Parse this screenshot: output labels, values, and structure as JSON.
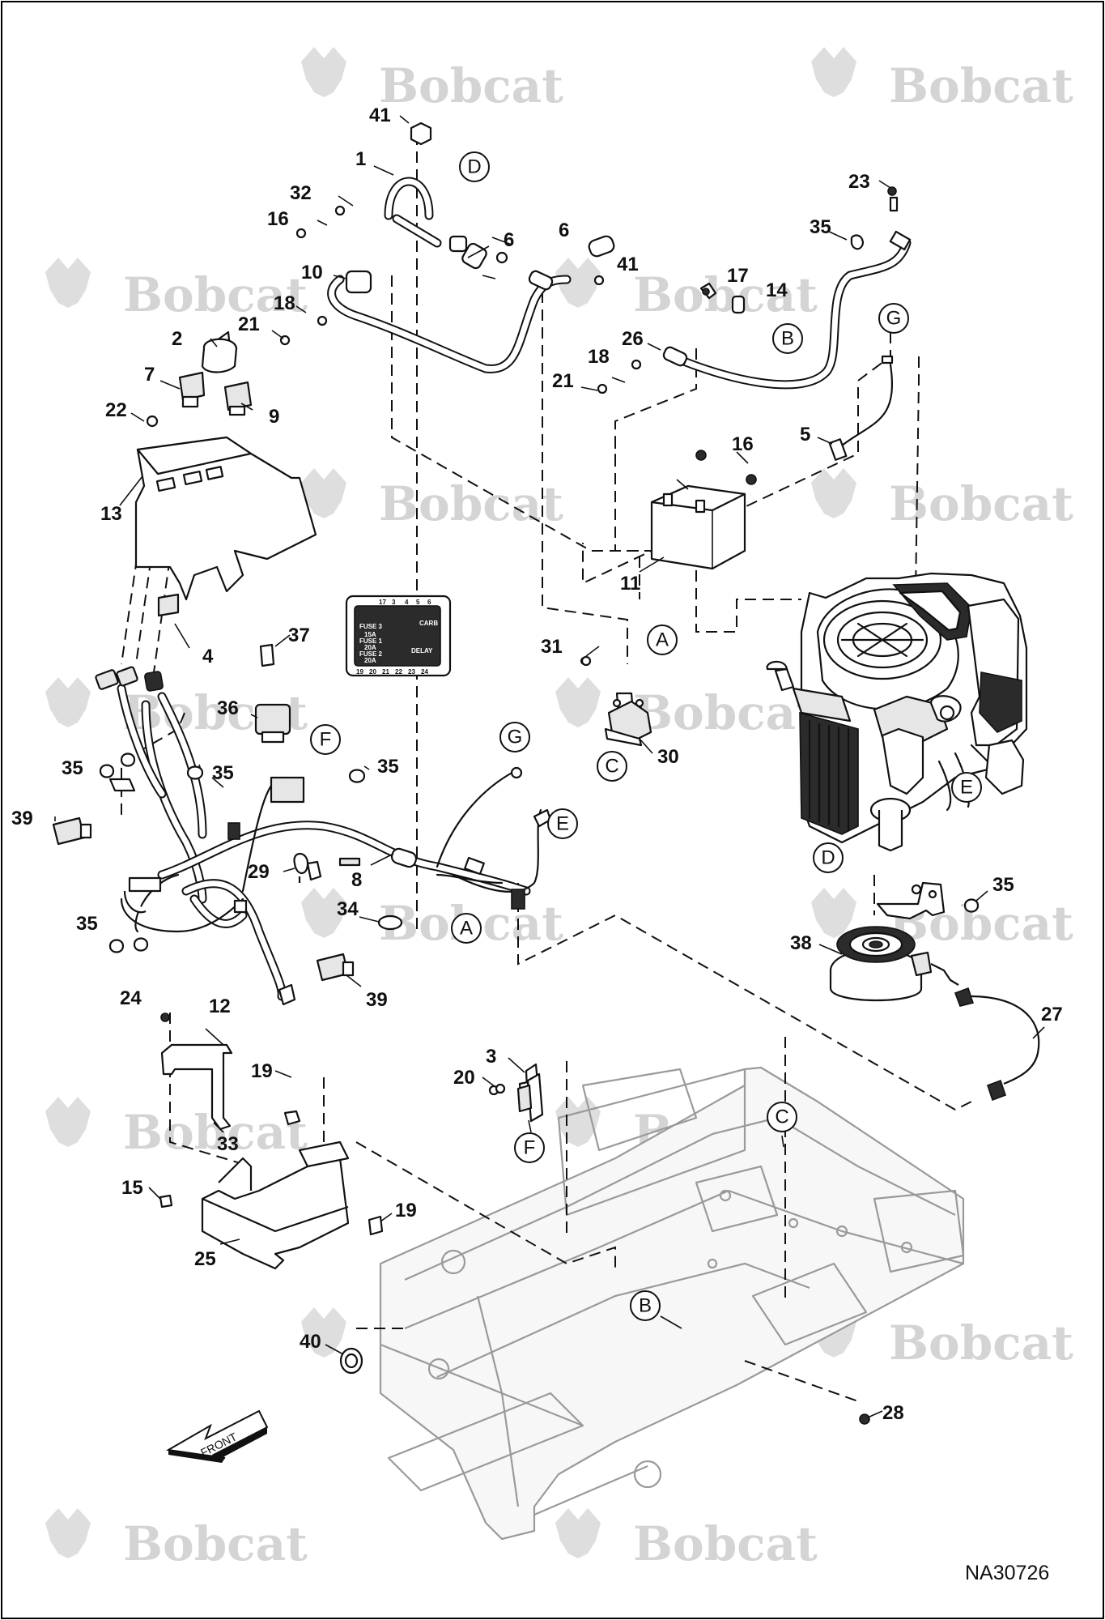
{
  "brand_watermark": "Bobcat",
  "drawing_number": "NA30726",
  "front_arrow_label": "FRONT",
  "fuse_block": {
    "top_pins": [
      "17",
      "3",
      "4",
      "5",
      "6"
    ],
    "bottom_pins": [
      "19",
      "20",
      "21",
      "22",
      "23",
      "24"
    ],
    "cells": [
      {
        "label": "FUSE 3",
        "rating": "15A"
      },
      {
        "label": "FUSE 1",
        "rating": "20A"
      },
      {
        "label": "FUSE 2",
        "rating": "20A"
      },
      {
        "label": "CARB",
        "rating": ""
      },
      {
        "label": "DELAY",
        "rating": ""
      }
    ]
  },
  "callouts": {
    "c41a": "41",
    "c1": "1",
    "c32": "32",
    "c16a": "16",
    "c6a": "6",
    "c6b": "6",
    "c41b": "41",
    "c23": "23",
    "c35a": "35",
    "c10": "10",
    "c18a": "18",
    "c21a": "21",
    "c17": "17",
    "c14": "14",
    "c2": "2",
    "c26": "26",
    "c18b": "18",
    "c21b": "21",
    "c7": "7",
    "c9": "9",
    "c22": "22",
    "c5": "5",
    "c16b": "16",
    "c13": "13",
    "c11": "11",
    "c4": "4",
    "c37": "37",
    "c31": "31",
    "c36": "36",
    "c30": "30",
    "c35b": "35",
    "c35c": "35",
    "c35d": "35",
    "c39a": "39",
    "c29": "29",
    "c8": "8",
    "c34": "34",
    "c35e": "35",
    "c35f": "35",
    "c38": "38",
    "c39b": "39",
    "c24": "24",
    "c12": "12",
    "c27": "27",
    "c19a": "19",
    "c3": "3",
    "c20": "20",
    "c33": "33",
    "c15": "15",
    "c19b": "19",
    "c25": "25",
    "c40": "40",
    "c28": "28"
  },
  "refs": {
    "rD1": "D",
    "rB1": "B",
    "rG1": "G",
    "rA1": "A",
    "rC1": "C",
    "rF1": "F",
    "rG2": "G",
    "rE1": "E",
    "rE2": "E",
    "rD2": "D",
    "rA2": "A",
    "rF2": "F",
    "rC2": "C",
    "rB2": "B"
  }
}
